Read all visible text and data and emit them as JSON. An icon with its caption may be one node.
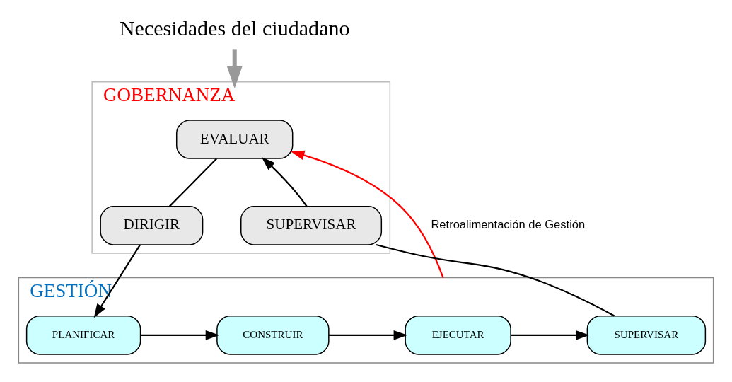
{
  "diagram": {
    "nodes": [
      {
        "text": [
          "Necesidades del ciudadano"
        ]
      },
      {
        "text": [
          "GOBERNANZA"
        ]
      },
      {
        "text": [
          "EVALUAR"
        ],
        "in": 1
      },
      {
        "text": [
          "DIRIGIR"
        ],
        "in": 1
      },
      {
        "text": [
          "SUPERVISAR"
        ],
        "in": 1
      },
      {
        "text": [
          "GESTIÓN"
        ]
      },
      {
        "text": [
          "PLANIFICAR"
        ],
        "in": 5
      },
      {
        "text": [
          "CONSTRUIR"
        ],
        "in": 5
      },
      {
        "text": [
          "EJECUTAR"
        ],
        "in": 5
      },
      {
        "text": [
          "SUPERVISAR"
        ],
        "in": 5
      }
    ],
    "edges": [
      {
        "from": 0,
        "to": 1,
        "arrow": "to",
        "style": "thick",
        "color": "#999999"
      },
      {
        "from": 2,
        "to": 3,
        "arrow": "none"
      },
      {
        "from": 3,
        "to": 6,
        "arrow": "to"
      },
      {
        "from": 9,
        "to": 4,
        "arrow": "none"
      },
      {
        "from": 4,
        "to": 2,
        "arrow": "to"
      },
      {
        "from": 5,
        "to": 2,
        "arrow": "to",
        "label": "Retroalimentación de Gestión",
        "color": "#ff0000"
      },
      {
        "from": 6,
        "to": 7,
        "arrow": "to"
      },
      {
        "from": 7,
        "to": 8,
        "arrow": "to"
      },
      {
        "from": 8,
        "to": 9,
        "arrow": "to"
      }
    ]
  }
}
